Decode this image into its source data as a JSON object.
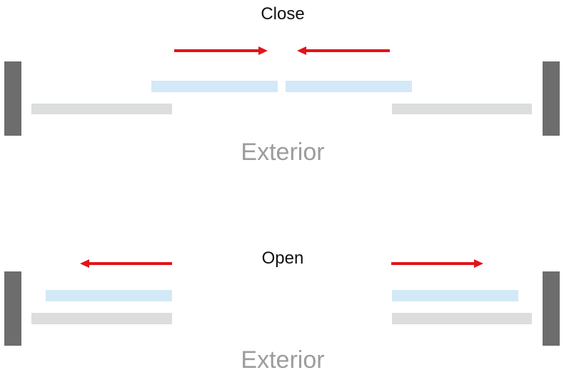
{
  "colors": {
    "wall": "#6d6d6d",
    "fixed_panel": "#dcdddd",
    "sliding_panel": "#d3e9f7",
    "arrow": "#e3131a",
    "state_text": "#111111",
    "exterior_text": "#9c9c9c"
  },
  "close_diagram": {
    "state_label": "Close",
    "exterior_label": "Exterior"
  },
  "open_diagram": {
    "state_label": "Open",
    "exterior_label": "Exterior"
  }
}
